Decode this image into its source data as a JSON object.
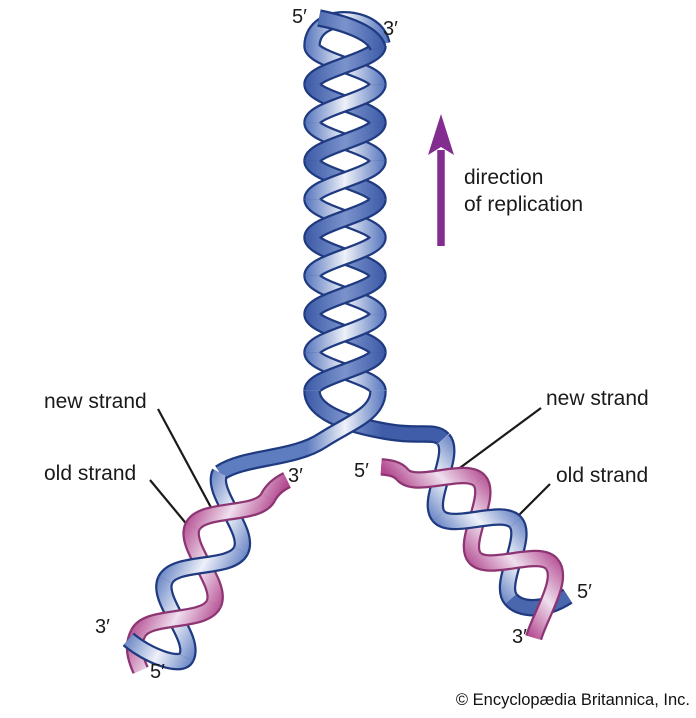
{
  "diagram": {
    "parent_helix": {
      "top_left_end_label": "5′",
      "top_right_end_label": "3′"
    },
    "direction_arrow": {
      "line1": "direction",
      "line2": "of replication"
    },
    "left_fork": {
      "new_strand_label": "new strand",
      "old_strand_label": "old strand",
      "new_strand_top_label": "3′",
      "old_strand_bottom_label": "3′",
      "new_strand_bottom_label": "5′"
    },
    "right_fork": {
      "new_strand_label": "new strand",
      "old_strand_label": "old strand",
      "new_strand_top_label": "5′",
      "old_strand_bottom_label": "5′",
      "new_strand_bottom_label": "3′"
    },
    "credit": "© Encyclopædia Britannica, Inc."
  },
  "colors": {
    "blue_edge": "#5e7cc0",
    "blue_dark": "#3f5da8",
    "blue_mid_dark": "#7b93cc",
    "blue_pale": "#eef1f9",
    "blue_outline": "#1f3a80",
    "blue_solid": "#4a67ae",
    "pink_edge": "#b3498f",
    "pink_pale": "#efdfee",
    "pink_outline": "#8c3572",
    "arrow_purple": "#822d8f",
    "text": "#1a1a1a"
  }
}
